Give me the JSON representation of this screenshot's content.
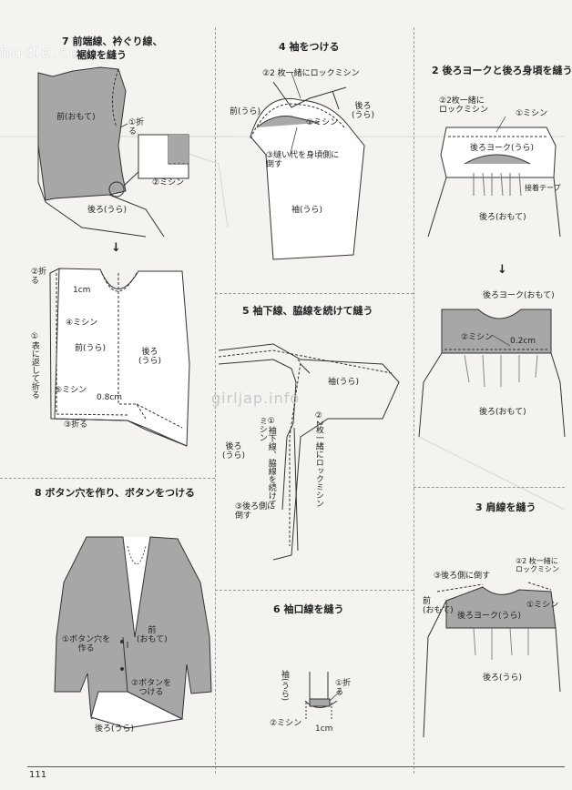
{
  "watermarks": {
    "top_left": "hudie.com",
    "middle": "girljap.info"
  },
  "page_number": "111",
  "step7": {
    "title": "7 前端線、衿ぐり線、裾線を縫う",
    "title_line1": "7 前端線、衿ぐり線、",
    "title_line2": "裾線を縫う",
    "labels": {
      "front_omote": "前(おもて)",
      "fold1": "①折る",
      "sewing2": "②ミシン",
      "back_ura": "後ろ(うら)"
    },
    "arrow": "↓",
    "lower": {
      "fold2": "②折る",
      "width1": "1cm",
      "sewing4": "④ミシン",
      "front_ura": "前(うら)",
      "back_ura": "後ろ\n(うら)",
      "fold_out": "①表に返して折る",
      "sewing5": "⑤ミシン",
      "width08": "0.8cm",
      "fold3": "③折る"
    }
  },
  "step8": {
    "title": "8 ボタン穴を作り、ボタンをつける",
    "labels": {
      "buttonhole": "①ボタン穴を\n作る",
      "front_omote": "前\n(おもて)",
      "button": "②ボタンを\nつける",
      "back_ura": "後ろ(うら)"
    }
  },
  "step4": {
    "title": "4 袖をつける",
    "labels": {
      "serge2": "②2 枚一緒にロックミシン",
      "front_ura": "前(うら)",
      "back_ura": "後ろ\n(うら)",
      "sewing1": "①ミシン",
      "press3": "③縫い代を身頃側に\n倒す",
      "sleeve_ura": "袖(うら)"
    }
  },
  "step5": {
    "title": "5 袖下線、脇線を続けて縫う",
    "labels": {
      "back_ura": "後ろ\n(うら)",
      "sleeve_ura": "袖(うら)",
      "sew1": "①袖下線、脇線を続けてミシン",
      "serge2": "②2枚一緒にロックミシン",
      "press3": "③後ろ側に\n倒す"
    }
  },
  "step6": {
    "title": "6 袖口線を縫う",
    "labels": {
      "sleeve_ura": "袖(うら)",
      "fold1": "①折る",
      "sewing2": "②ミシン",
      "width1": "1cm"
    }
  },
  "step2": {
    "title": "2 後ろヨークと後ろ身頃を縫う",
    "labels": {
      "serge2": "②2枚一緒に\nロックミシン",
      "sewing1": "①ミシン",
      "yoke_ura": "後ろヨーク(うら)",
      "tape": "接着テープ",
      "back_omote": "後ろ(おもて)"
    },
    "arrow": "↓",
    "lower": {
      "yoke_omote": "後ろヨーク(おもて)",
      "sewing2": "②ミシン",
      "width02": "0.2cm",
      "back_omote": "後ろ(おもて)"
    }
  },
  "step3": {
    "title": "3 肩線を縫う",
    "labels": {
      "press3": "③後ろ側に倒す",
      "serge2": "②2 枚一緒に\nロックミシン",
      "sewing1": "①ミシン",
      "front_omote": "前\n(おもて)",
      "yoke_ura": "後ろヨーク(うら)",
      "back_ura": "後ろ(うら)"
    }
  }
}
